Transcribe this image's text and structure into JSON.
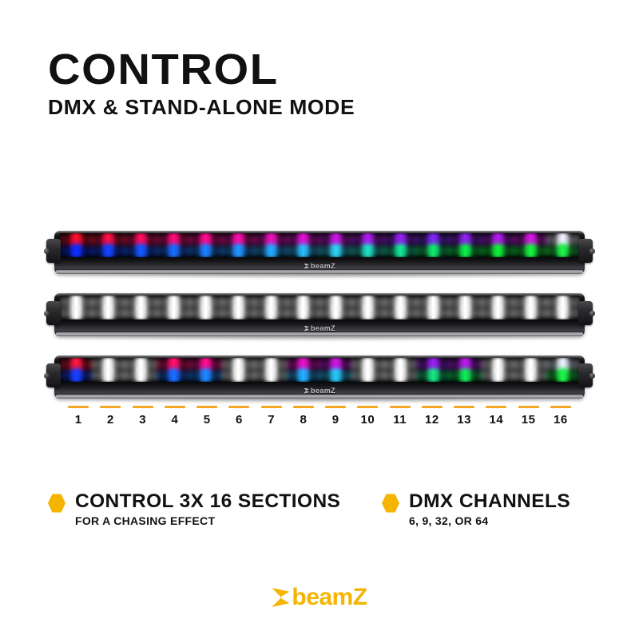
{
  "header": {
    "title": "CONTROL",
    "subtitle": "DMX & STAND-ALONE MODE"
  },
  "colors": {
    "accent_orange": "#F5B400",
    "tick_orange": "#F5A623",
    "text_black": "#111111",
    "background": "#FFFFFF",
    "housing_black": "#0A0A0B"
  },
  "bars": [
    {
      "name": "led-bar-rainbow-gradient",
      "mode_label": "rainbow gradient",
      "brand_label": "beamZ",
      "top_row": [
        "#FF1030",
        "#FF1248",
        "#FF1060",
        "#FF0E78",
        "#FF0C90",
        "#F810A8",
        "#EE12BE",
        "#DE14D2",
        "#C818E2",
        "#AE1CEE",
        "#9420F4",
        "#7E28F6",
        "#8E22F2",
        "#B41CEE",
        "#D81AE6",
        "#F0F0FF"
      ],
      "bottom_row": [
        "#1030FF",
        "#1444FF",
        "#1658FF",
        "#1A6CFF",
        "#1E80FF",
        "#2294FF",
        "#26A8FF",
        "#2ABCFA",
        "#2ED0EE",
        "#22DCC4",
        "#18E294",
        "#12E66C",
        "#10EA4C",
        "#12EE3C",
        "#18F040",
        "#20F24C"
      ]
    },
    {
      "name": "led-bar-all-white",
      "mode_label": "white",
      "brand_label": "beamZ",
      "top_row": [
        "#FFFFFF",
        "#FFFFFF",
        "#FFFFFF",
        "#FFFFFF",
        "#FFFFFF",
        "#FFFFFF",
        "#FFFFFF",
        "#FFFFFF",
        "#FFFFFF",
        "#FFFFFF",
        "#FFFFFF",
        "#FFFFFF",
        "#FFFFFF",
        "#FFFFFF",
        "#FFFFFF",
        "#FFFFFF"
      ],
      "bottom_row": [
        "#FFFFFF",
        "#FFFFFF",
        "#FFFFFF",
        "#FFFFFF",
        "#FFFFFF",
        "#FFFFFF",
        "#FFFFFF",
        "#FFFFFF",
        "#FFFFFF",
        "#FFFFFF",
        "#FFFFFF",
        "#FFFFFF",
        "#FFFFFF",
        "#FFFFFF",
        "#FFFFFF",
        "#FFFFFF"
      ]
    },
    {
      "name": "led-bar-chasing-effect",
      "mode_label": "chasing effect",
      "brand_label": "beamZ",
      "top_row": [
        "#FF1A40",
        "#FFFFFF",
        "#FFFFFF",
        "#FF1270",
        "#FF1090",
        "#FFFFFF",
        "#FFFFFF",
        "#E614C8",
        "#CC18DE",
        "#FFFFFF",
        "#FFFFFF",
        "#9C1EF2",
        "#B81CEA",
        "#FFFFFF",
        "#FFFFFF",
        "#E8F0FF"
      ],
      "bottom_row": [
        "#1A40FF",
        "#FFFFFF",
        "#FFFFFF",
        "#1C6CFF",
        "#1E86FF",
        "#FFFFFF",
        "#FFFFFF",
        "#24AEFF",
        "#28C6F4",
        "#FFFFFF",
        "#FFFFFF",
        "#16E482",
        "#12E858",
        "#FFFFFF",
        "#FFFFFF",
        "#1CF24A"
      ]
    }
  ],
  "scale": {
    "name": "section-scale",
    "numbers": [
      "1",
      "2",
      "3",
      "4",
      "5",
      "6",
      "7",
      "8",
      "9",
      "10",
      "11",
      "12",
      "13",
      "14",
      "15",
      "16"
    ]
  },
  "features": [
    {
      "bullet": "hexagon-bullet",
      "head": "CONTROL 3X 16 SECTIONS",
      "sub": "FOR A CHASING EFFECT"
    },
    {
      "bullet": "hexagon-bullet",
      "head": "DMX CHANNELS",
      "sub": "6, 9, 32, OR 64"
    }
  ],
  "footer": {
    "logo_mark": "beamz-arrow-mark",
    "logo_text": "beamZ"
  }
}
